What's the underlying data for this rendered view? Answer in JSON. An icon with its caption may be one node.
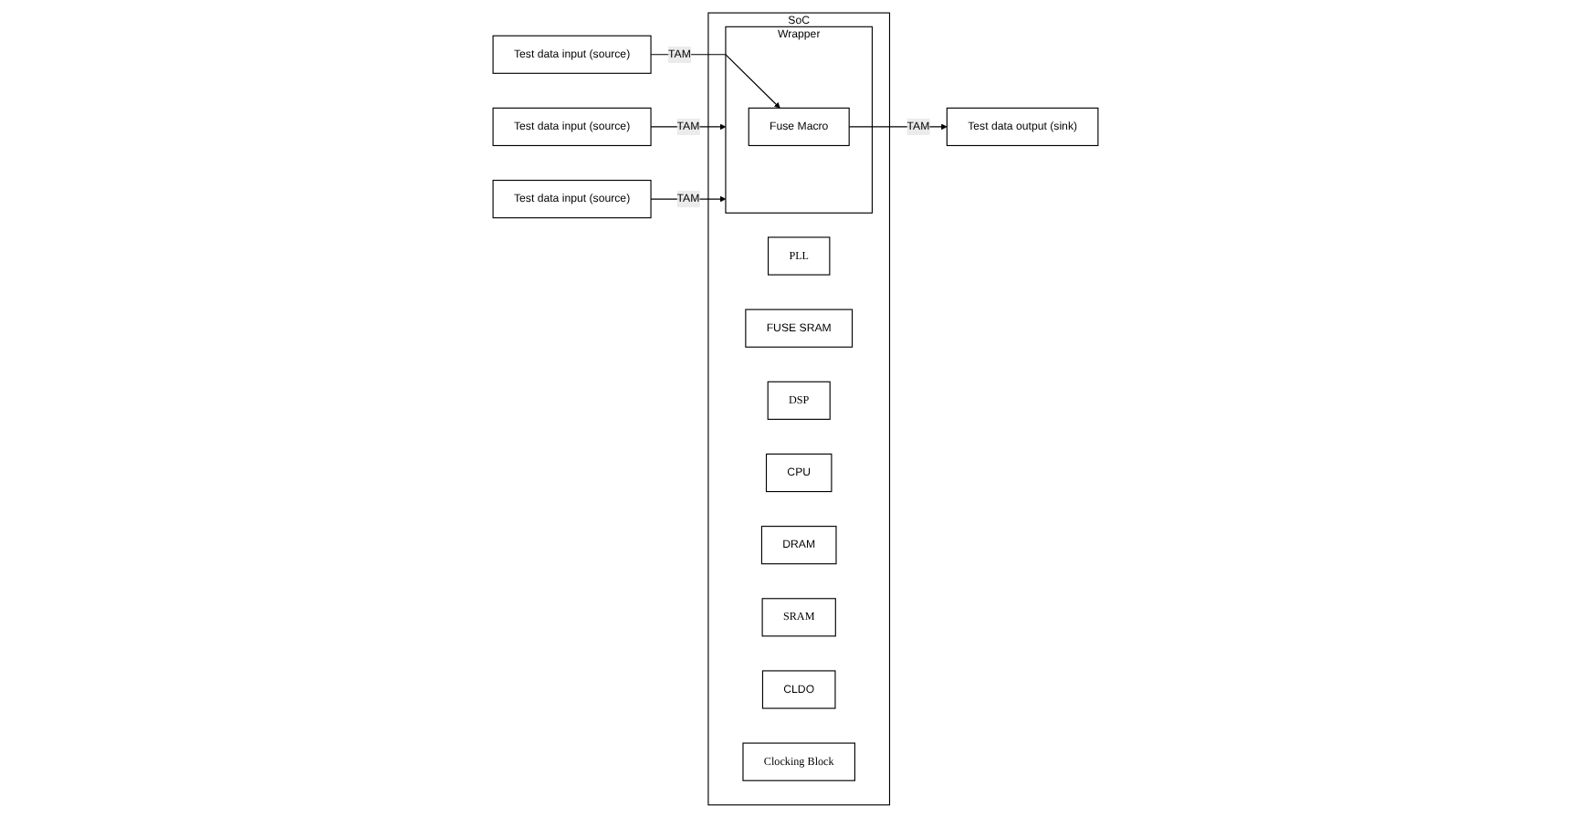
{
  "diagram": {
    "nodes": [
      {
        "text": [
          "Test data input (source)"
        ]
      },
      {
        "text": [
          "Test data input (source)"
        ]
      },
      {
        "text": [
          "SoC"
        ]
      },
      {
        "text": [
          "PLL"
        ],
        "in": 2
      },
      {
        "text": [
          "FUSE SRAM"
        ],
        "in": 2
      },
      {
        "text": [
          "Wrapper"
        ],
        "in": 2
      },
      {
        "text": [
          "Fuse Macro"
        ],
        "in": 5
      },
      {
        "text": [
          "DSP"
        ],
        "in": 2
      },
      {
        "text": [
          "CPU"
        ],
        "in": 2
      },
      {
        "text": [
          "DRAM"
        ],
        "in": 2
      },
      {
        "text": [
          "SRAM"
        ],
        "in": 2
      },
      {
        "text": [
          "CLDO"
        ],
        "in": 2
      },
      {
        "text": [
          "Clocking Block"
        ],
        "in": 2
      },
      {
        "text": [
          "Test data output (sink)"
        ]
      },
      {
        "text": [
          "Test data input (source)"
        ]
      }
    ],
    "edges": [
      {
        "from": 0,
        "to": 5,
        "arrow": "to",
        "label": "TAM"
      },
      {
        "from": 1,
        "to": 5,
        "arrow": "to",
        "label": "TAM"
      },
      {
        "from": 6,
        "to": 13,
        "arrow": "to",
        "label": "TAM"
      },
      {
        "from": 14,
        "to": 6,
        "arrow": "to",
        "label": "TAM"
      }
    ]
  }
}
